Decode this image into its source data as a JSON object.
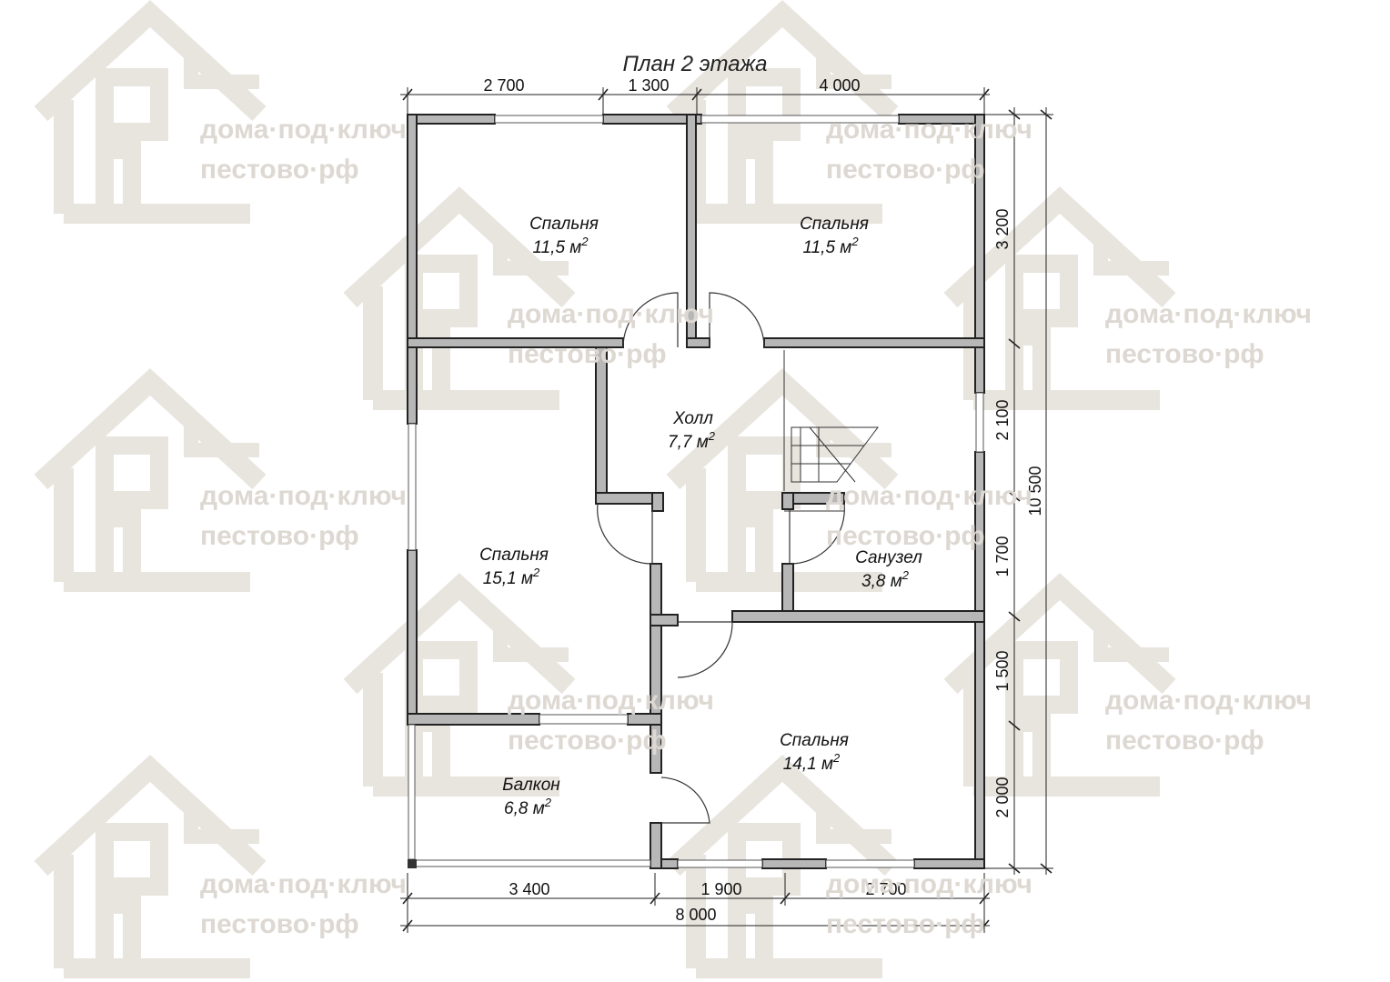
{
  "title": "План 2 этажа",
  "rooms": [
    {
      "name": "Спальня",
      "area": "11,5 м",
      "sup": "2"
    },
    {
      "name": "Спальня",
      "area": "11,5 м",
      "sup": "2"
    },
    {
      "name": "Холл",
      "area": "7,7 м",
      "sup": "2"
    },
    {
      "name": "Спальня",
      "area": "15,1 м",
      "sup": "2"
    },
    {
      "name": "Санузел",
      "area": "3,8 м",
      "sup": "2"
    },
    {
      "name": "Спальня",
      "area": "14,1 м",
      "sup": "2"
    },
    {
      "name": "Балкон",
      "area": "6,8 м",
      "sup": "2"
    }
  ],
  "dims": {
    "top": [
      "2 700",
      "1 300",
      "4 000"
    ],
    "bottom": [
      "3 400",
      "1 900",
      "2 700"
    ],
    "bottom_total": "8 000",
    "right": [
      "3 200",
      "2 100",
      "1 700",
      "1 500",
      "2 000"
    ],
    "right_total": "10 500"
  },
  "watermark": {
    "line1": "дома·под·ключ",
    "line2": "пестово·рф"
  }
}
